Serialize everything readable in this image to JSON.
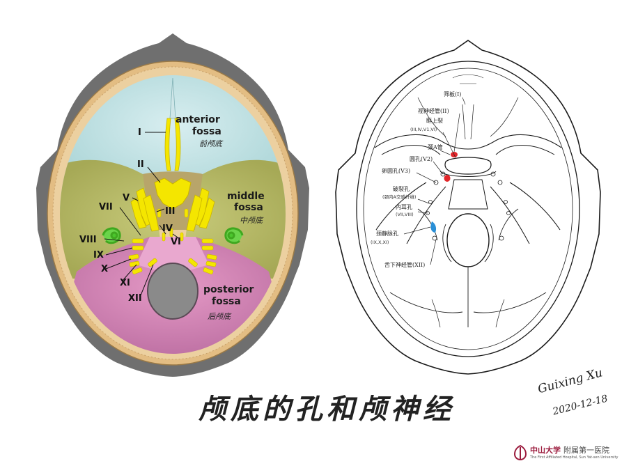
{
  "left_diagram": {
    "fossae": {
      "anterior": {
        "line1": "anterior",
        "line2": "fossa",
        "cn": "前颅底"
      },
      "middle": {
        "line1": "middle",
        "line2": "fossa",
        "cn": "中颅底"
      },
      "posterior": {
        "line1": "posterior",
        "line2": "fossa",
        "cn": "后颅底"
      }
    },
    "nerves": {
      "I": "I",
      "II": "II",
      "III": "III",
      "IV": "IV",
      "V": "V",
      "VI": "VI",
      "VII": "VII",
      "VIII": "VIII",
      "IX": "IX",
      "X": "X",
      "XI": "XI",
      "XII": "XII"
    },
    "colors": {
      "anterior": "#bfe0e4",
      "middle": "#b7bb6a",
      "posterior": "#cf7fb2",
      "nerve": "#f4e600",
      "inner_ear": "#4cc62e",
      "skull_rim": "#e3bd83",
      "outer_shape": "#6f6f6f"
    }
  },
  "right_diagram": {
    "labels": {
      "cribriform": "筛板(I)",
      "optic_canal": "视神经管(II)",
      "sup_orbital_fissure_1": "眶上裂",
      "sup_orbital_fissure_2": "(III,IV,V1,VI)",
      "rotundum": "圆孔(V2)",
      "ovale": "卵圆孔(V3)",
      "carotid": "颈A管",
      "spinosum_1": "破裂孔",
      "spinosum_2": "(颈内A交感纤维)",
      "int_acoustic_1": "内耳孔",
      "int_acoustic_2": "(VII,VIII)",
      "jugular_1": "颈静脉孔",
      "jugular_2": "(IX,X,XI)",
      "hypoglossal": "舌下神经管(XII)"
    },
    "colors": {
      "red_foramen": "#e2262a",
      "blue_foramen": "#2a8fd6"
    }
  },
  "title": "颅底的孔和颅神经",
  "signature": {
    "name": "Guixing Xu",
    "date": "2020-12-18"
  },
  "logo": {
    "cn_name": "中山大学",
    "cn_hospital": "附属第一医院",
    "en": "The First Affiliated Hospital, Sun Yat-sen University"
  }
}
